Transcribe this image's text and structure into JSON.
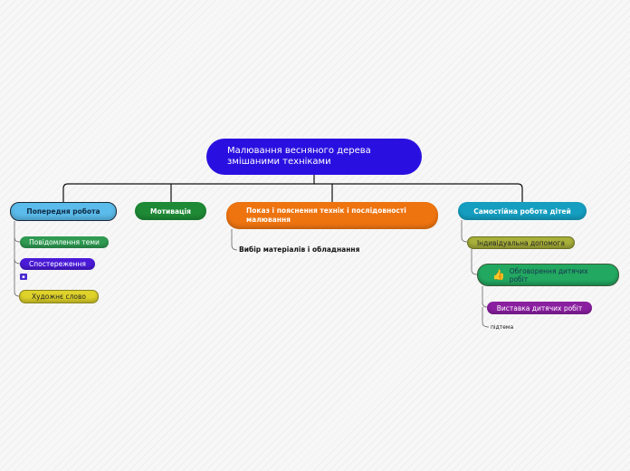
{
  "root": {
    "label": "Малювання весняного дерева змішаними техніками"
  },
  "branches": {
    "previous_work": {
      "label": "Попередня робота",
      "children": {
        "topic_message": "Повідомлення теми",
        "observation": "Спостереження",
        "art_word": "Художнє слово"
      }
    },
    "motivation": {
      "label": "Мотивація"
    },
    "demonstration": {
      "label": "Показ і пояснення технік і послідовності малювання",
      "children": {
        "materials": "Вибір матеріалів і обладнання"
      }
    },
    "independent_work": {
      "label": "Самостійна робота дітей",
      "children": {
        "individual_help": "Індивідуальна допомога",
        "discussion": "Обговорення дитячих робіт",
        "exhibition": "Виставка дитячих робіт",
        "subtopic": "підтема"
      }
    }
  },
  "icons": {
    "observation_badge": "note-icon",
    "discussion_icon": "thumbs-up-icon"
  },
  "colors": {
    "root": "#2a10e0",
    "previous_work": "#5bbbea",
    "motivation": "#1e8a35",
    "demonstration": "#ee7410",
    "independent_work": "#159ec0"
  }
}
